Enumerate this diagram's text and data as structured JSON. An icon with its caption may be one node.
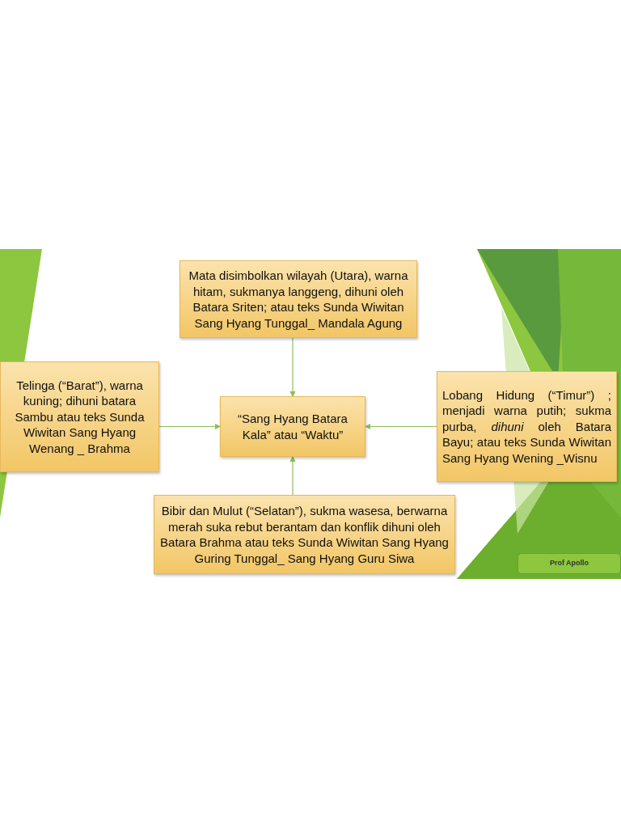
{
  "diagram": {
    "nodes": [
      {
        "text": [
          "“Sang Hyang Batara Kala” atau “Waktu”"
        ]
      },
      {
        "text": [
          "Mata  disimbolkan wilayah (Utara), warna hitam, sukmanya langgeng, dihuni oleh Batara Sriten; atau teks Sunda Wiwitan Sang Hyang Tunggal_ Mandala Agung"
        ]
      },
      {
        "text": [
          "Telinga (“Barat”), warna kuning;  dihuni batara Sambu atau  teks Sunda Wiwitan Sang Hyang Wenang _ Brahma"
        ]
      },
      {
        "text": [
          "Lobang Hidung (“Timur”) ; menjadi warna putih;  sukma purba, *dihuni*  oleh Batara Bayu;  atau  teks  Sunda Wiwitan Sang Hyang Wening _Wisnu"
        ]
      },
      {
        "text": [
          "Bibir dan Mulut  (“Selatan”),  sukma wasesa, berwarna merah suka rebut berantam dan konflik dihuni oleh Batara Brahma atau teks  Sunda Wiwitan Sang Hyang Guring Tunggal_ Sang Hyang Guru Siwa"
        ]
      },
      {
        "text": [
          "Prof Apollo"
        ]
      }
    ],
    "edges": [
      {
        "from": 1,
        "to": 0,
        "arrow": "to"
      },
      {
        "from": 2,
        "to": 0,
        "arrow": "to"
      },
      {
        "from": 3,
        "to": 0,
        "arrow": "to"
      },
      {
        "from": 4,
        "to": 0,
        "arrow": "to"
      }
    ]
  }
}
